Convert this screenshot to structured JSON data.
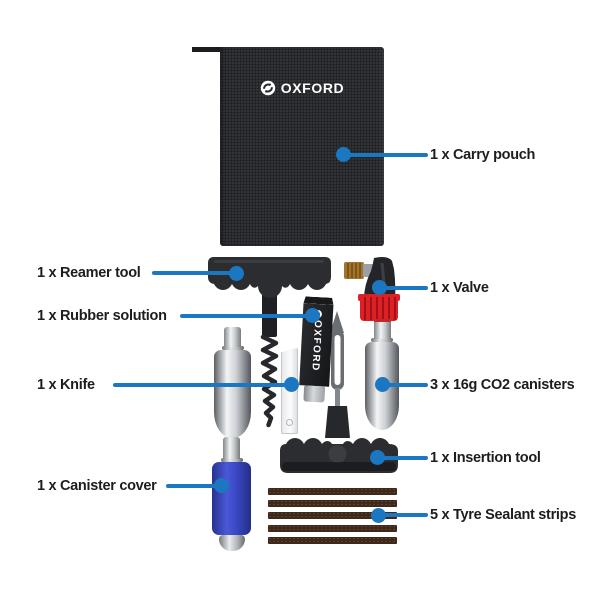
{
  "brand_logo": {
    "pouch_text": "OXFORD",
    "tube_text": "OXFORD"
  },
  "callouts": {
    "carry_pouch": {
      "label": "1 x Carry pouch"
    },
    "reamer_tool": {
      "label": "1 x Reamer tool"
    },
    "valve": {
      "label": "1 x Valve"
    },
    "rubber_solution": {
      "label": "1 x Rubber solution"
    },
    "knife": {
      "label": "1 x Knife"
    },
    "co2_canisters": {
      "label": "3 x 16g CO2 canisters"
    },
    "insertion_tool": {
      "label": "1 x Insertion tool"
    },
    "canister_cover": {
      "label": "1 x Canister cover"
    },
    "sealant_strips": {
      "label": "5 x Tyre Sealant strips"
    }
  },
  "colors": {
    "callout_blue": "#1b77c2",
    "label_text": "#1c1d1f",
    "pouch_black": "#26282b",
    "valve_red": "#dd1f26",
    "brass": "#a2742e",
    "canister_cover_blue": "#3a48c4",
    "sealant_strip_brown": "#3f2819"
  }
}
